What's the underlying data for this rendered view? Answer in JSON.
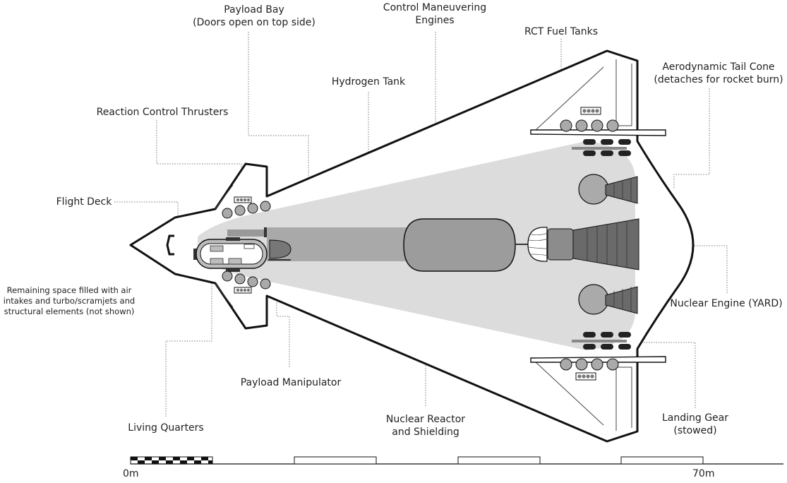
{
  "labels": {
    "payload_bay": [
      "Payload Bay",
      "(Doors open on top side)"
    ],
    "control_maneuvering_engines": [
      "Control Maneuvering",
      "Engines"
    ],
    "rct_fuel_tanks": [
      "RCT Fuel Tanks"
    ],
    "aerodynamic_tail_cone": [
      "Aerodynamic Tail Cone",
      "(detaches for rocket burn)"
    ],
    "hydrogen_tank": [
      "Hydrogen Tank"
    ],
    "reaction_control_thrusters": [
      "Reaction Control Thrusters"
    ],
    "flight_deck": [
      "Flight Deck"
    ],
    "remaining_space": [
      "Remaining space filled with air",
      "intakes and turbo/scramjets and",
      "structural elements (not shown)"
    ],
    "nuclear_engine": [
      "Nuclear Engine (YARD)"
    ],
    "payload_manipulator": [
      "Payload Manipulator"
    ],
    "nuclear_reactor": [
      "Nuclear Reactor",
      "and Shielding"
    ],
    "landing_gear": [
      "Landing Gear",
      "(stowed)"
    ],
    "living_quarters": [
      "Living Quarters"
    ]
  },
  "scale": {
    "start_label": "0m",
    "end_label": "70m"
  }
}
